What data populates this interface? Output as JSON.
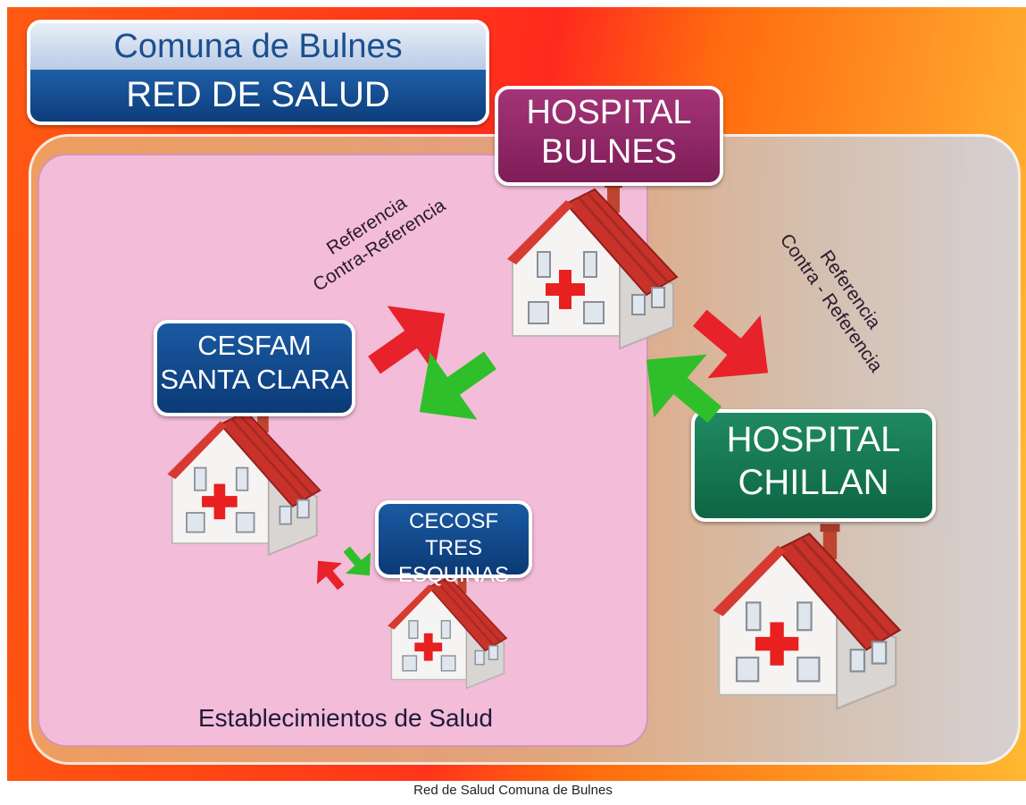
{
  "title": {
    "line1": "Comuna de Bulnes",
    "line2": "RED DE SALUD"
  },
  "nodes": {
    "hospital_bulnes": {
      "line1": "HOSPITAL",
      "line2": "BULNES"
    },
    "cesfam": {
      "line1": "CESFAM",
      "line2": "SANTA CLARA"
    },
    "cecosf": {
      "line1": "CECOSF TRES",
      "line2": "ESQUINAS"
    },
    "hospital_chillan": {
      "line1": "HOSPITAL",
      "line2": "CHILLAN"
    }
  },
  "edges": {
    "left": {
      "line1": "Referencia",
      "line2": "Contra-Referencia"
    },
    "right": {
      "line1": "Referencia",
      "line2": "Contra - Referencia"
    }
  },
  "group_label": "Establecimientos de Salud",
  "caption": "Red de Salud Comuna de Bulnes",
  "colors": {
    "referral_arrow": "#e8222a",
    "counter_referral_arrow": "#2fbf2a",
    "roof": "#c8322a",
    "cross": "#e82020"
  }
}
